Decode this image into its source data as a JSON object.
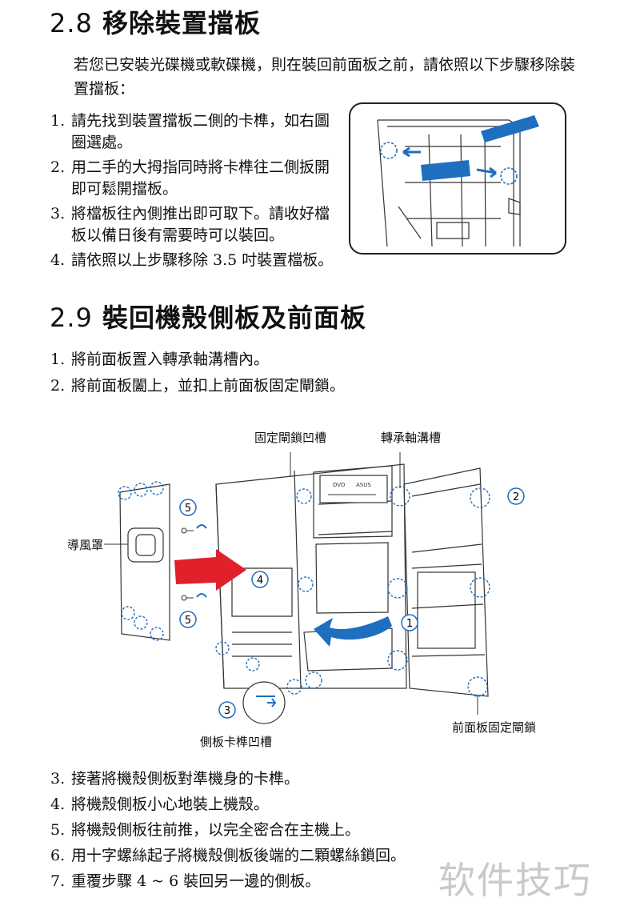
{
  "section_28": {
    "number": "2.8",
    "title": "移除裝置擋板",
    "intro": "若您已安裝光碟機或軟碟機，則在裝回前面板之前，請依照以下步驟移除裝置擋板：",
    "steps": [
      {
        "n": "1.",
        "text": "請先找到裝置擋板二側的卡榫，如右圖圈選處。"
      },
      {
        "n": "2.",
        "text": "用二手的大拇指同時將卡榫往二側扳開即可鬆開擋板。"
      },
      {
        "n": "3.",
        "text": "將檔板往內側推出即可取下。請收好檔板以備日後有需要時可以裝回。"
      },
      {
        "n": "4.",
        "text": "請依照以上步驟移除 3.5 吋裝置檔板。"
      }
    ]
  },
  "section_29": {
    "number": "2.9",
    "title": "裝回機殼側板及前面板",
    "steps_a": [
      {
        "n": "1.",
        "text": "將前面板置入轉承軸溝槽內。"
      },
      {
        "n": "2.",
        "text": "將前面板闔上，並扣上前面板固定閘鎖。"
      }
    ],
    "steps_b": [
      {
        "n": "3.",
        "text": "接著將機殼側板對準機身的卡榫。"
      },
      {
        "n": "4.",
        "text": "將機殼側板小心地裝上機殼。"
      },
      {
        "n": "5.",
        "text": "將機殼側板往前推，以完全密合在主機上。"
      },
      {
        "n": "6.",
        "text": "用十字螺絲起子將機殼側板後端的二顆螺絲鎖回。"
      },
      {
        "n": "7.",
        "text": "重覆步驟  4 ~ 6 裝回另一邊的側板。"
      }
    ]
  },
  "diagram": {
    "labels": {
      "latch_groove": "固定閘鎖凹槽",
      "hinge_groove": "轉承軸溝槽",
      "air_duct": "導風罩",
      "side_panel_slot": "側板卡榫凹槽",
      "front_panel_latch": "前面板固定閘鎖"
    },
    "callouts": [
      "1",
      "2",
      "3",
      "4",
      "5",
      "5"
    ],
    "drive_brand": "ASUS",
    "drive_logo": "DVD",
    "colors": {
      "blue_arrow": "#1f6fc0",
      "red_arrow": "#e0202a",
      "callout_ring": "#1f6fc0",
      "line": "#333333"
    }
  },
  "watermark": "软件技巧"
}
